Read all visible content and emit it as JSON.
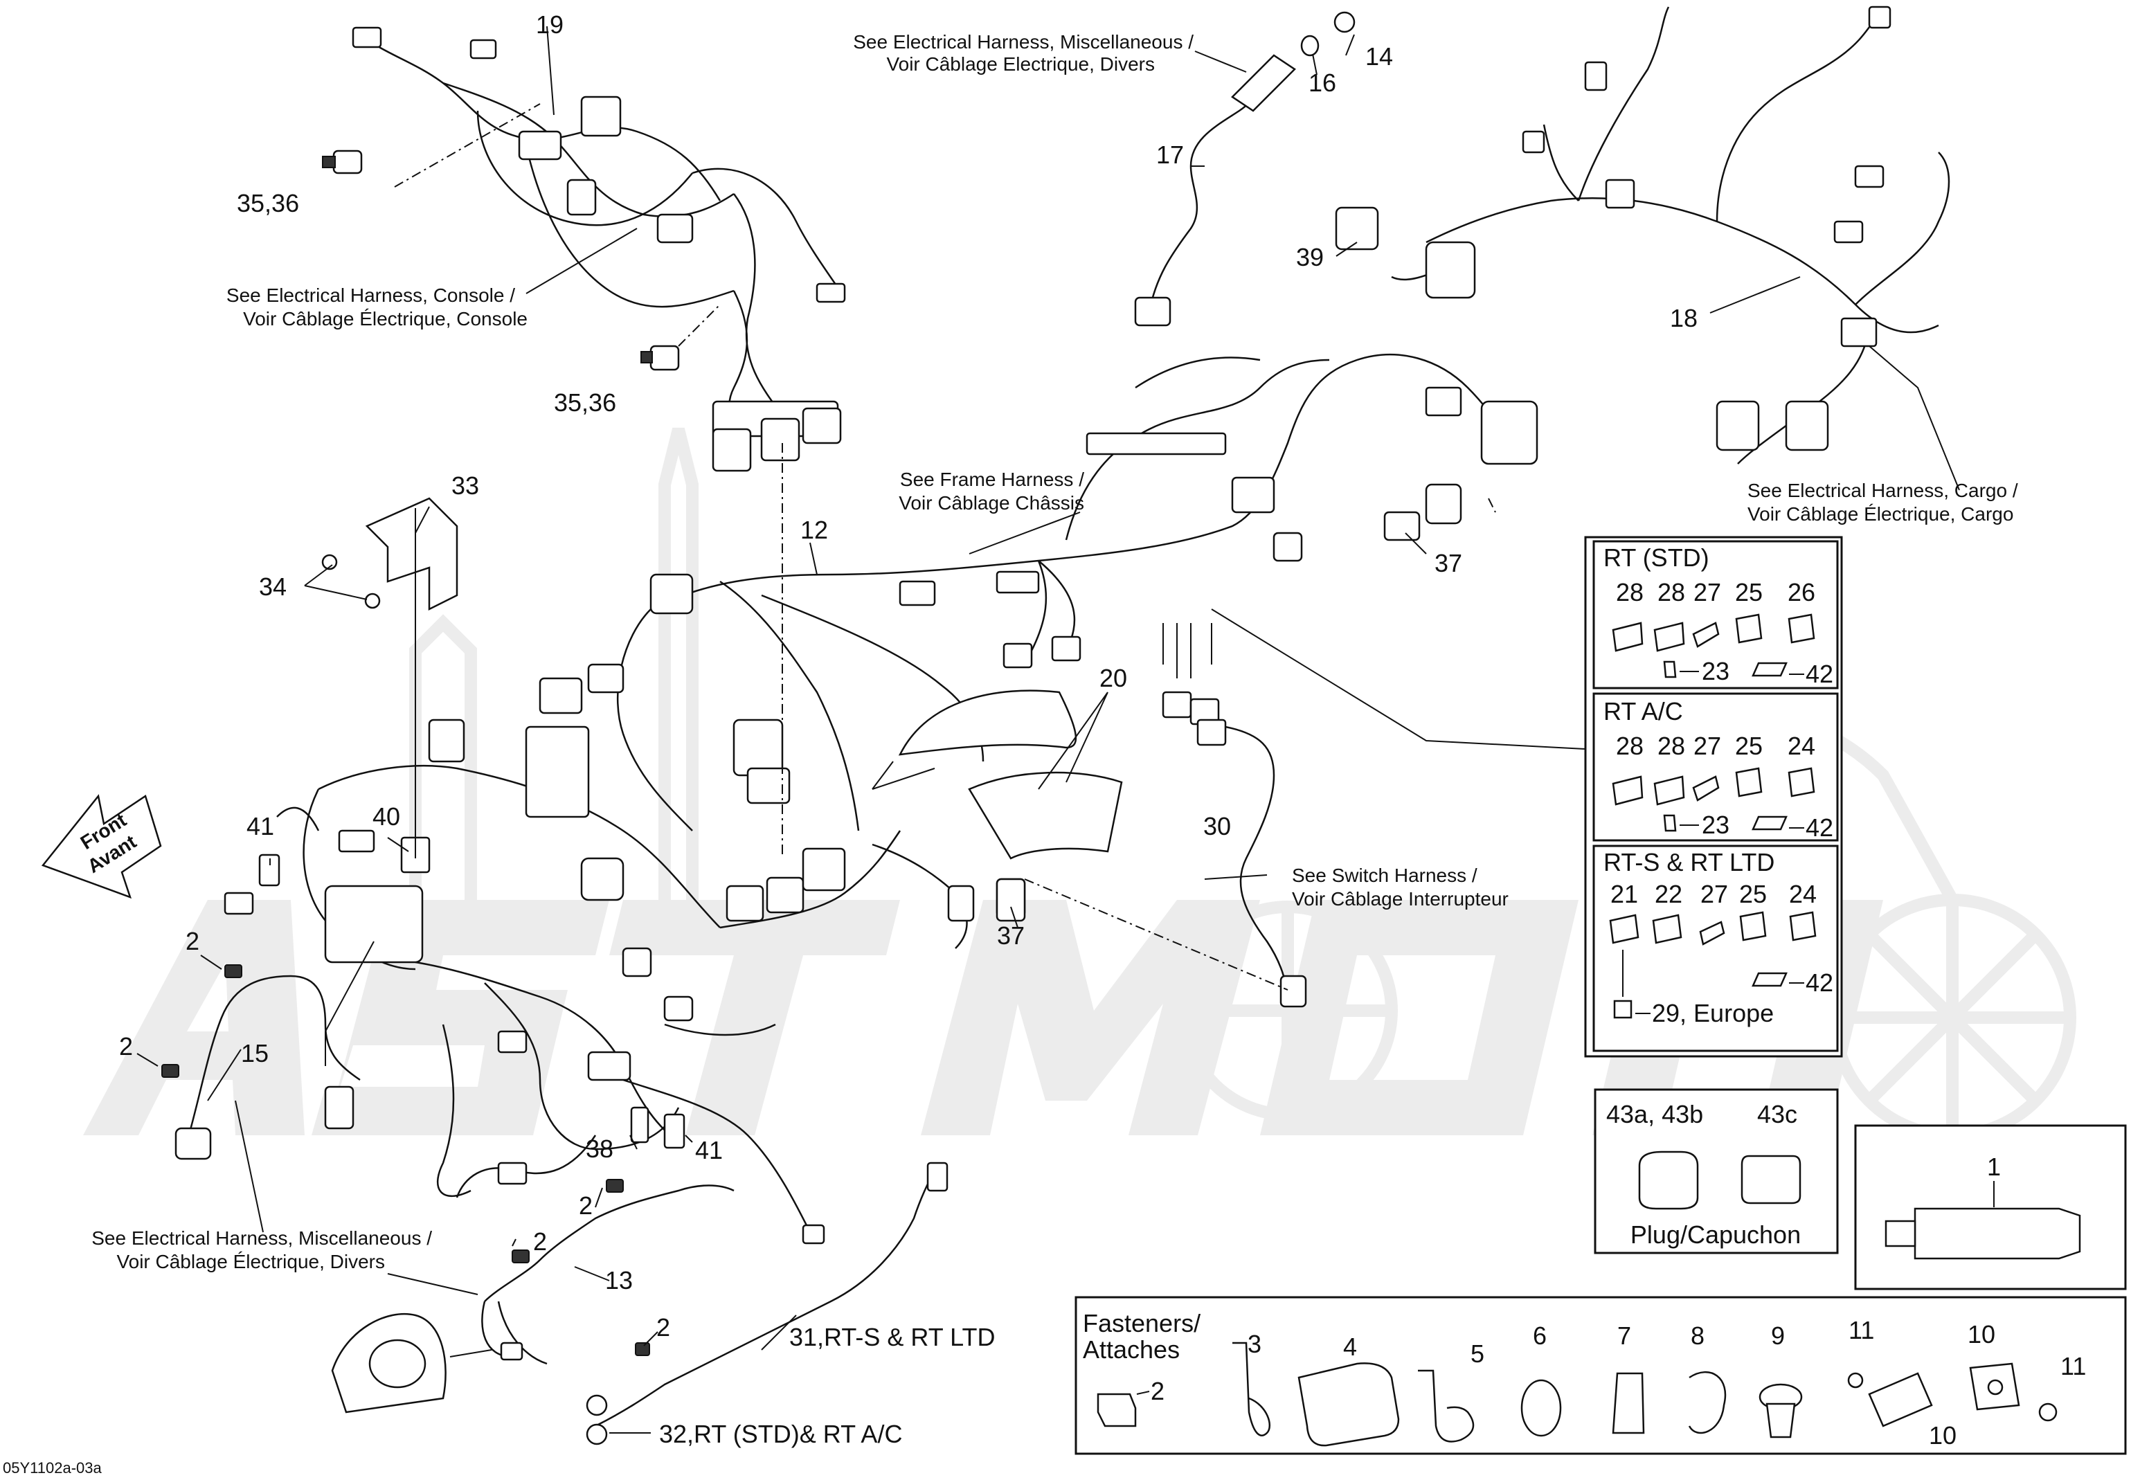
{
  "labels": {
    "l1": "1",
    "l2a": "2",
    "l2b": "2",
    "l2c": "2",
    "l2d": "2",
    "l2e": "2",
    "l2f": "2",
    "l3": "3",
    "l4": "4",
    "l5": "5",
    "l6": "6",
    "l7": "7",
    "l8": "8",
    "l9": "9",
    "l10a": "10",
    "l10b": "10",
    "l11a": "11",
    "l11b": "11",
    "l12": "12",
    "l13": "13",
    "l14": "14",
    "l15": "15",
    "l16": "16",
    "l17": "17",
    "l18": "18",
    "l19": "19",
    "l20": "20",
    "l30": "30",
    "l31": "31,RT-S & RT LTD",
    "l32": "32,RT (STD)& RT A/C",
    "l33": "33",
    "l34": "34",
    "l3536a": "35,36",
    "l3536b": "35,36",
    "l37a": "37",
    "l37b": "37",
    "l38": "38",
    "l39": "39",
    "l40": "40",
    "l41a": "41",
    "l41b": "41"
  },
  "notes": {
    "misc_top_1": "See Electrical Harness, Miscellaneous /",
    "misc_top_2": "Voir Câblage Electrique, Divers",
    "console_1": "See Electrical Harness, Console /",
    "console_2": "Voir Câblage Électrique, Console",
    "frame_1": "See Frame Harness /",
    "frame_2": "Voir Câblage Châssis",
    "cargo_1": "See Electrical Harness, Cargo /",
    "cargo_2": "Voir Câblage Électrique, Cargo",
    "switch_1": "See Switch Harness /",
    "switch_2": "Voir Câblage Interrupteur",
    "misc_bot_1": "See Electrical Harness, Miscellaneous /",
    "misc_bot_2": "Voir Câblage Électrique, Divers"
  },
  "front_arrow": {
    "line1": "Front",
    "line2": "Avant"
  },
  "switch_panels": {
    "rt_std": {
      "title": "RT (STD)",
      "top": [
        "28",
        "28",
        "27",
        "25",
        "26"
      ],
      "b1": "23",
      "b2": "42"
    },
    "rt_ac": {
      "title": "RT A/C",
      "top": [
        "28",
        "28",
        "27",
        "25",
        "24"
      ],
      "b1": "23",
      "b2": "42"
    },
    "rts_ltd": {
      "title": "RT-S & RT LTD",
      "top": [
        "21",
        "22",
        "27",
        "25",
        "24"
      ],
      "b1": "29, Europe",
      "b2": "42"
    }
  },
  "plug_panel": {
    "left_label": "43a, 43b",
    "right_label": "43c",
    "caption": "Plug/Capuchon"
  },
  "tube_panel": {
    "label": "1"
  },
  "fasteners": {
    "title_1": "Fasteners/",
    "title_2": "Attaches"
  },
  "code": "05Y1102a-03a"
}
